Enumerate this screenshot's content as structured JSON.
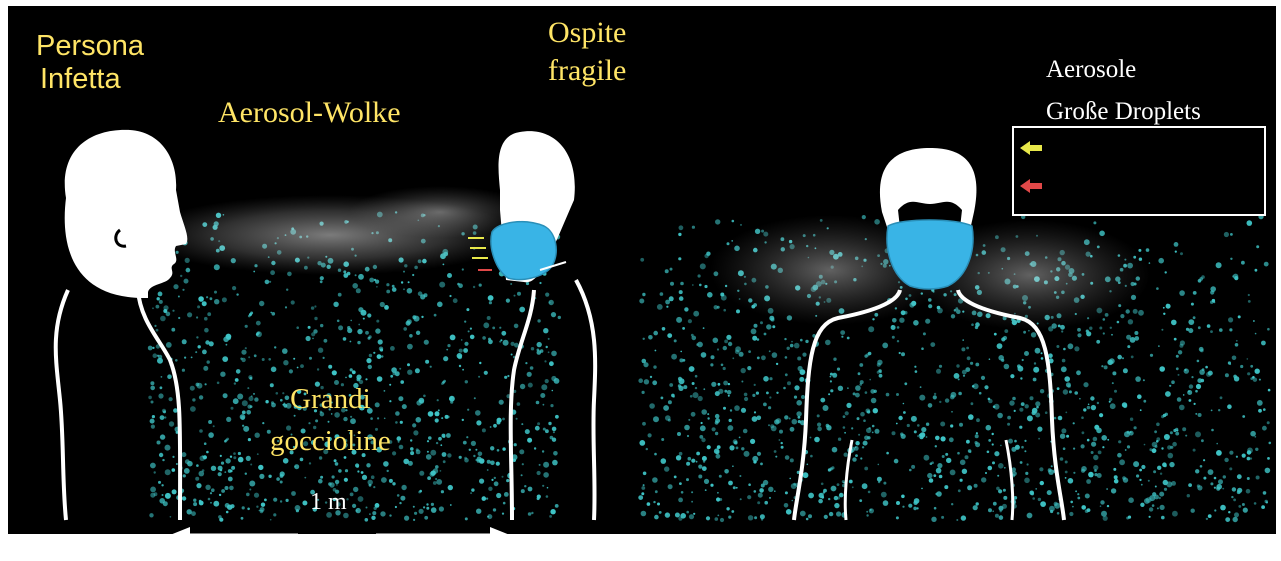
{
  "labels": {
    "infected_person": [
      "Persona",
      "Infetta"
    ],
    "aerosol_cloud": "Aerosol-Wolke",
    "fragile_host": [
      "Ospite",
      "fragile"
    ],
    "large_droplets": [
      "Grandi",
      "goccioline"
    ],
    "distance": "1 m"
  },
  "legend": {
    "items": [
      {
        "label": "Aerosole",
        "color": "#e8e84a"
      },
      {
        "label": "Große Droplets",
        "color": "#e04848"
      }
    ]
  },
  "colors": {
    "background": "#000000",
    "outline": "#ffffff",
    "droplet": "#3fc6c8",
    "mask": "#39b4e6",
    "label_yellow": "#ffe566"
  }
}
